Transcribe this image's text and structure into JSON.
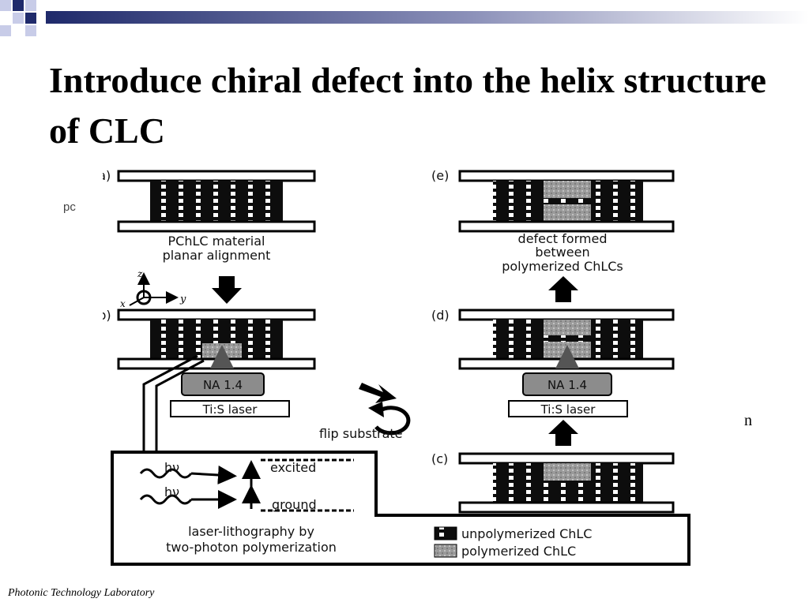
{
  "slide": {
    "title": "Introduce chiral defect into the  helix structure of CLC",
    "footer": "Photonic Technology Laboratory",
    "stray_left": "pc",
    "stray_right": "n"
  },
  "diagram": {
    "panel_a": "(a)",
    "panel_b": "(b)",
    "panel_c": "(c)",
    "panel_d": "(d)",
    "panel_e": "(e)",
    "caption_a_line1": "PChLC material",
    "caption_a_line2": "planar alignment",
    "caption_e_line1": "defect formed",
    "caption_e_line2": "between",
    "caption_e_line3": "polymerized ChLCs",
    "axis_z": "z",
    "axis_y": "y",
    "axis_x": "x",
    "na_b": "NA 1.4",
    "laser_b": "Ti:S laser",
    "na_d": "NA 1.4",
    "laser_d": "Ti:S laser",
    "flip": "flip substrate",
    "hv_top": "hν",
    "hv_bottom": "hν",
    "excited": "excited",
    "ground": "ground",
    "litho_line1": "laser-lithography by",
    "litho_line2": "two-photon polymerization",
    "legend_unpoly": "unpolymerized ChLC",
    "legend_poly": "polymerized ChLC"
  },
  "colors": {
    "accent_navy": "#1f2a6b"
  }
}
